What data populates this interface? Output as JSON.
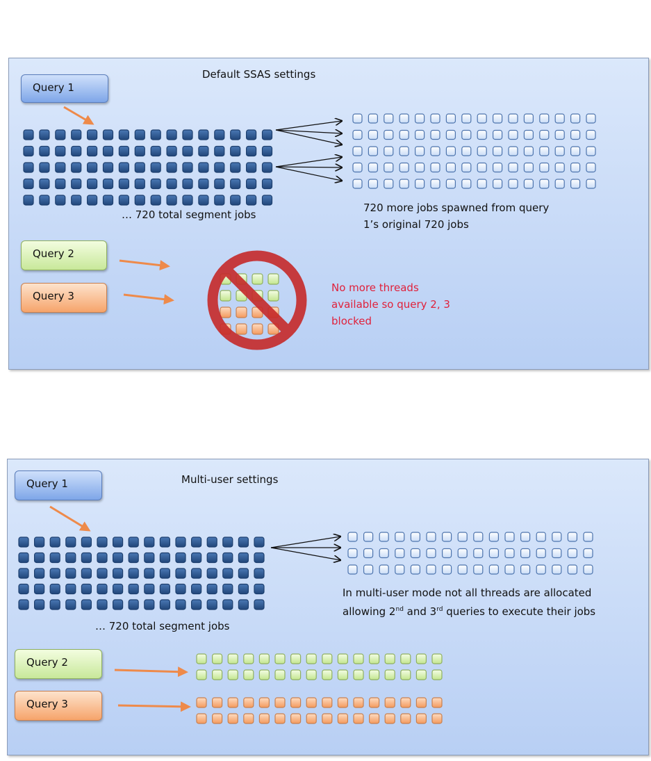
{
  "panel1": {
    "title": "Default SSAS settings",
    "query1": "Query 1",
    "query2": "Query 2",
    "query3": "Query 3",
    "jobs_caption": "… 720 total segment jobs",
    "spawned_line1": "720 more jobs spawned from query",
    "spawned_line2": "1’s original 720 jobs",
    "blocked_line1": "No more threads",
    "blocked_line2": "available so query 2, 3",
    "blocked_line3": "blocked"
  },
  "panel2": {
    "title": "Multi-user settings",
    "query1": "Query 1",
    "query2": "Query 2",
    "query3": "Query 3",
    "jobs_caption": "… 720 total segment jobs",
    "mode_line1": "In multi-user mode not all threads are allocated",
    "mode_line2_a": "allowing 2",
    "mode_line2_sup1": "nd",
    "mode_line2_b": " and 3",
    "mode_line2_sup2": "rd",
    "mode_line2_c": " queries to execute their jobs"
  },
  "colors": {
    "dark_job": "#2e5a93",
    "light_job": "#e4eefc",
    "green_job": "#d9f0b0",
    "orange_job": "#f8b27a",
    "arrow_orange": "#ee8a4a",
    "blocked_red": "#c62a2a"
  },
  "icons": {
    "blocked": "prohibition-icon"
  }
}
